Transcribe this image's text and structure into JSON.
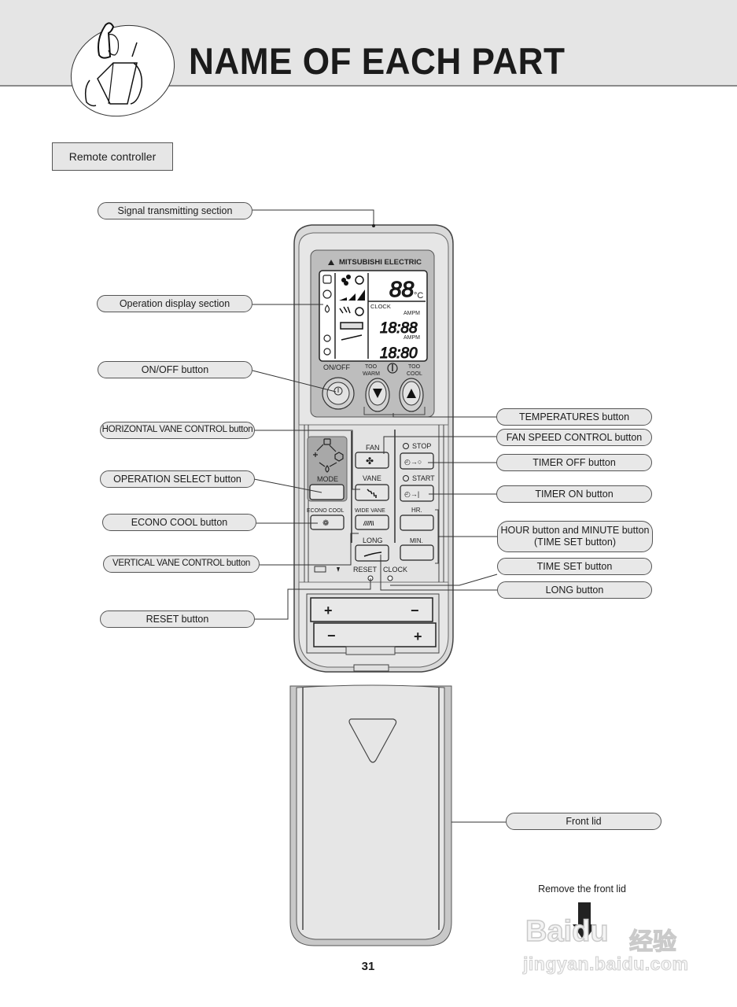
{
  "header": {
    "title": "NAME OF EACH PART",
    "illustration": "person-reading-manual-icon"
  },
  "section": {
    "label": "Remote controller"
  },
  "remote": {
    "brand": "MITSUBISHI ELECTRIC",
    "display": {
      "temperature": "88",
      "temperature_unit": "°C",
      "clock_label": "CLOCK",
      "ampm_label": "AMPM",
      "timer_off_time": "18:88",
      "timer_on_time": "18:80"
    },
    "buttons": {
      "on_off": "ON/OFF",
      "too_warm_line1": "TOO",
      "too_warm_line2": "WARM",
      "too_cool_line1": "TOO",
      "too_cool_line2": "COOL",
      "mode": "MODE",
      "econo_cool": "ECONO COOL",
      "fan": "FAN",
      "vane": "VANE",
      "wide_vane": "WIDE VANE",
      "long": "LONG",
      "stop": "STOP",
      "start": "START",
      "hr": "HR.",
      "min": "MIN.",
      "reset": "RESET",
      "clock": "CLOCK"
    },
    "battery": {
      "plus": "+",
      "minus": "−"
    }
  },
  "callouts": {
    "left": [
      "Signal transmitting section",
      "Operation display section",
      "ON/OFF button",
      "HORIZONTAL VANE CONTROL button",
      "OPERATION SELECT button",
      "ECONO COOL button",
      "VERTICAL VANE CONTROL button",
      "RESET button"
    ],
    "right": [
      "TEMPERATURES button",
      "FAN SPEED CONTROL button",
      "TIMER OFF button",
      "TIMER ON button",
      "HOUR button and MINUTE button (TIME SET button)",
      "TIME SET button",
      "LONG  button",
      "Front lid"
    ]
  },
  "caption": "Remove the front lid",
  "page_number": "31",
  "watermark": {
    "brand": "Baidu",
    "cn": "经验",
    "url": "jingyan.baidu.com"
  }
}
